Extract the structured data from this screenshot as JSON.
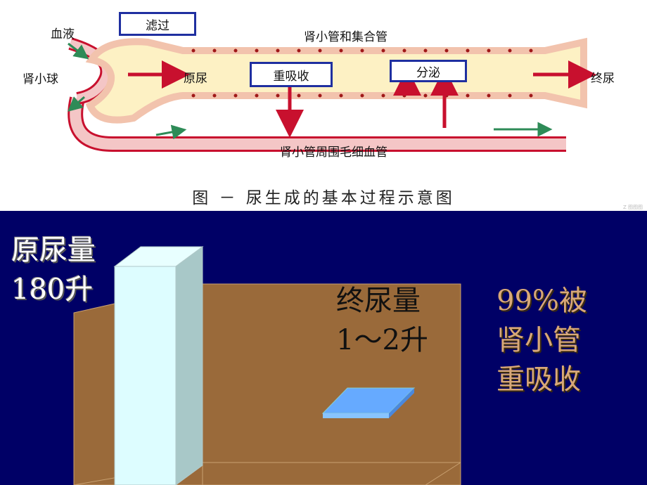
{
  "diagram": {
    "labels": {
      "blood": "血液",
      "glomerulus": "肾小球",
      "filtration": "滤过",
      "tubule": "肾小管和集合管",
      "primary_urine": "原尿",
      "reabsorption": "重吸收",
      "secretion": "分泌",
      "final_urine": "终尿",
      "capillary": "肾小管周围毛细血管"
    },
    "caption": "图 － 尿生成的基本过程示意图",
    "watermark": "Z 图图图",
    "colors": {
      "tube_fill": "#fdf1c4",
      "tube_wall": "#e8c2b0",
      "vessel": "#c8102e",
      "arrow": "#c8102e",
      "box_border": "#1f2fa0"
    }
  },
  "chart": {
    "primary_label_line1": "原尿量",
    "primary_label_line2": "180升",
    "final_label_line1": "终尿量",
    "final_label_line2": "1～2升",
    "note_line1": "99%被",
    "note_line2": "肾小管",
    "note_line3": "重吸收",
    "colors": {
      "background": "#000066",
      "wall": "#9a6a3a",
      "tall_prism": "#ddfdff",
      "flat_prism": "#66aaff",
      "note_text": "#d8a878"
    }
  }
}
